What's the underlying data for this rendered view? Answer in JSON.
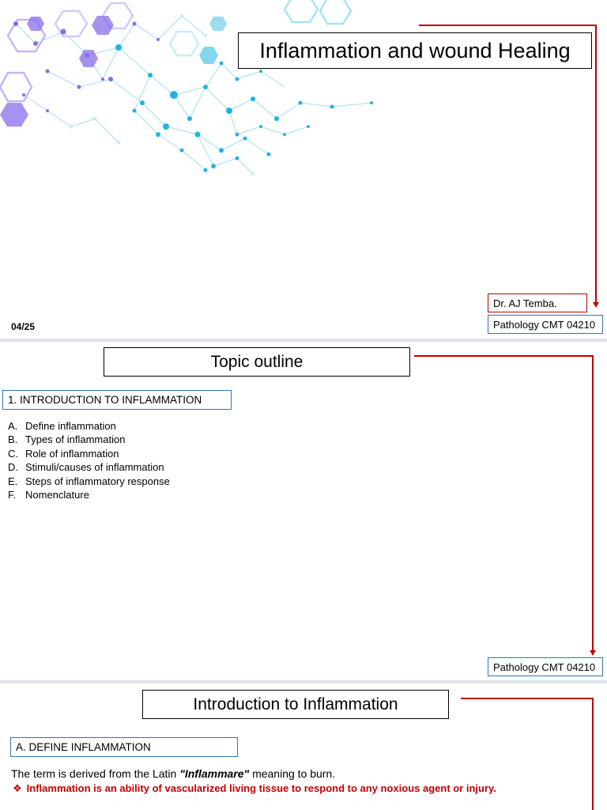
{
  "slide1": {
    "title": "Inflammation and wound Healing",
    "author": "Dr. AJ Temba.",
    "course": "Pathology CMT 04210",
    "date": "04/25"
  },
  "slide2": {
    "title": "Topic outline",
    "section": "1. INTRODUCTION TO INFLAMMATION",
    "items": [
      {
        "marker": "A.",
        "text": "Define inflammation"
      },
      {
        "marker": "B.",
        "text": "Types of inflammation"
      },
      {
        "marker": "C.",
        "text": "Role of inflammation"
      },
      {
        "marker": "D.",
        "text": "Stimuli/causes of inflammation"
      },
      {
        "marker": "E.",
        "text": "Steps of inflammatory response"
      },
      {
        "marker": "F.",
        "text": "Nomenclature"
      }
    ],
    "course": "Pathology CMT 04210"
  },
  "slide3": {
    "title": "Introduction to Inflammation",
    "section": "A. DEFINE INFLAMMATION",
    "line1_pre": "The term is derived from the Latin ",
    "line1_term": "\"Inflammare\"",
    "line1_post": " meaning to burn.",
    "bullet_symbol": "❖",
    "bullet_text": "Inflammation is an ability of vascularized living tissue to respond to any noxious agent or injury."
  },
  "colors": {
    "accent_red": "#c00000",
    "box_blue": "#2e75b6",
    "molecule_blue": "#1fb4e0",
    "molecule_purple": "#8a6de9"
  }
}
